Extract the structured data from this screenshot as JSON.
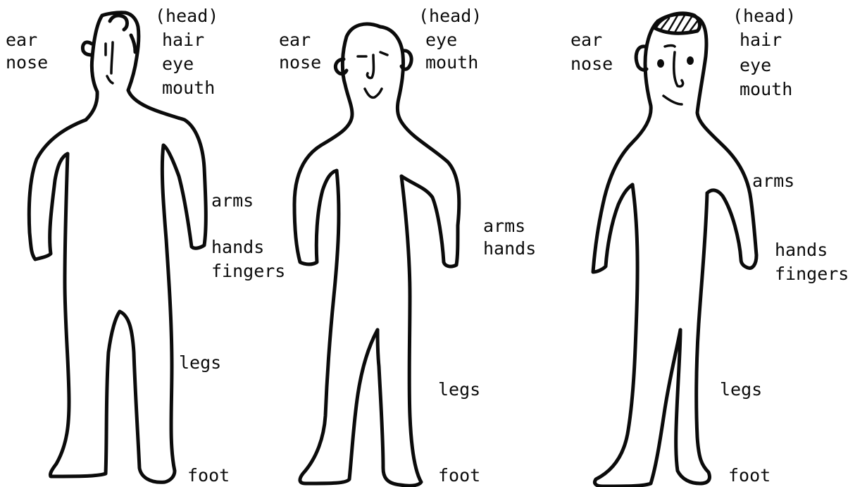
{
  "figures": [
    {
      "left_labels": [
        "ear",
        "nose"
      ],
      "right_head_labels": [
        "(head)",
        "hair",
        "eye",
        "mouth"
      ],
      "body_labels": [
        "arms",
        "hands",
        "fingers",
        "legs",
        "foot"
      ]
    },
    {
      "left_labels": [
        "ear",
        "nose"
      ],
      "right_head_labels": [
        "(head)",
        "eye",
        "mouth"
      ],
      "body_labels": [
        "arms",
        "hands",
        "legs",
        "foot"
      ]
    },
    {
      "left_labels": [
        "ear",
        "nose"
      ],
      "right_head_labels": [
        "(head)",
        "hair",
        "eye",
        "mouth"
      ],
      "body_labels": [
        "arms",
        "hands",
        "fingers",
        "legs",
        "foot"
      ]
    }
  ]
}
